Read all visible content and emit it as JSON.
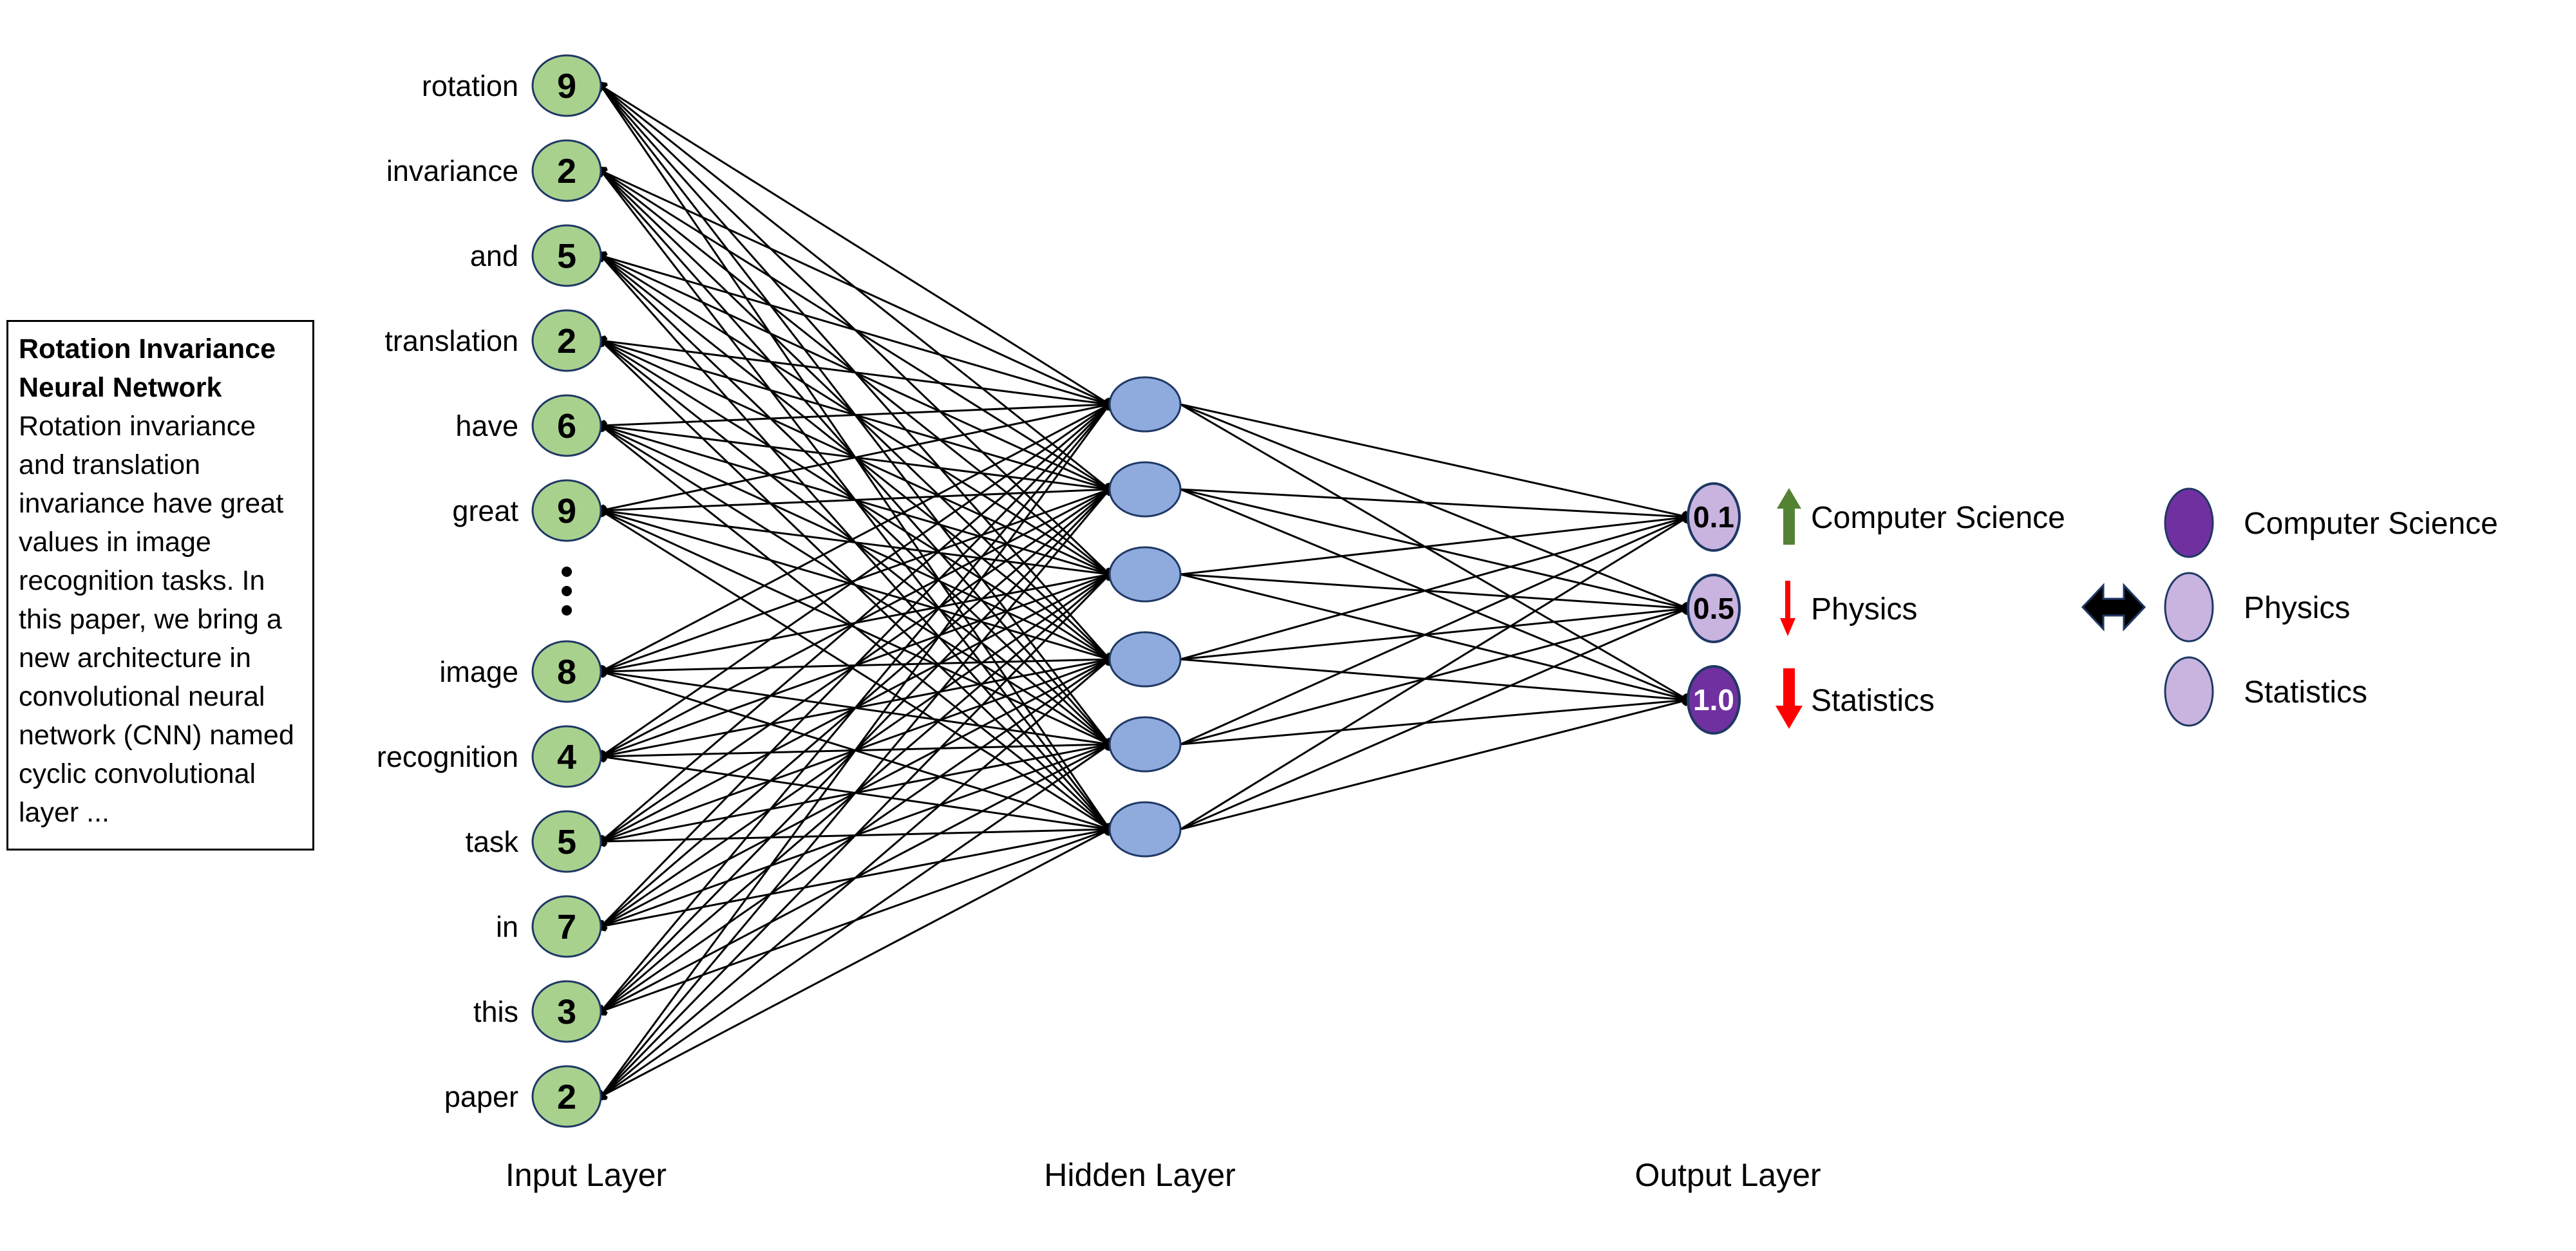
{
  "diagram": {
    "abstract_box": {
      "title": "Rotation Invariance Neural Network",
      "body": "Rotation invariance and translation invariance have great values in image recognition tasks. In this paper, we bring a new architecture in convolutional neural network (CNN) named cyclic convolutional layer ..."
    },
    "colors": {
      "edge": "#000000",
      "node_border": "#1f3864",
      "input_fill": "#a9d18e",
      "hidden_fill": "#8faadc",
      "output_light_fill": "#c9b3df",
      "output_dark_fill": "#7030a0",
      "up_arrow_green": "#548235",
      "down_arrow_red": "#ff0000",
      "double_arrow_black": "#000000"
    },
    "layers": {
      "input": {
        "label": "Input Layer",
        "nodes": [
          {
            "word": "rotation",
            "value": "9"
          },
          {
            "word": "invariance",
            "value": "2"
          },
          {
            "word": "and",
            "value": "5"
          },
          {
            "word": "translation",
            "value": "2"
          },
          {
            "word": "have",
            "value": "6"
          },
          {
            "word": "great",
            "value": "9"
          },
          {
            "word": "image",
            "value": "8"
          },
          {
            "word": "recognition",
            "value": "4"
          },
          {
            "word": "task",
            "value": "5"
          },
          {
            "word": "in",
            "value": "7"
          },
          {
            "word": "this",
            "value": "3"
          },
          {
            "word": "paper",
            "value": "2"
          }
        ]
      },
      "hidden": {
        "label": "Hidden Layer",
        "node_count": 6
      },
      "output": {
        "label": "Output Layer",
        "nodes": [
          {
            "value": "0.1",
            "label": "Computer Science",
            "fill": "#c9b3df",
            "value_color": "#000000",
            "arrow": "up-thick",
            "arrow_color": "#548235"
          },
          {
            "value": "0.5",
            "label": "Physics",
            "fill": "#c9b3df",
            "value_color": "#000000",
            "arrow": "down-thin",
            "arrow_color": "#ff0000"
          },
          {
            "value": "1.0",
            "label": "Statistics",
            "fill": "#7030a0",
            "value_color": "#ffffff",
            "arrow": "down-thick",
            "arrow_color": "#ff0000"
          }
        ]
      }
    },
    "legend": {
      "items": [
        {
          "label": "Computer Science",
          "fill": "#7030a0"
        },
        {
          "label": "Physics",
          "fill": "#c9b3df"
        },
        {
          "label": "Statistics",
          "fill": "#c9b3df"
        }
      ]
    }
  }
}
